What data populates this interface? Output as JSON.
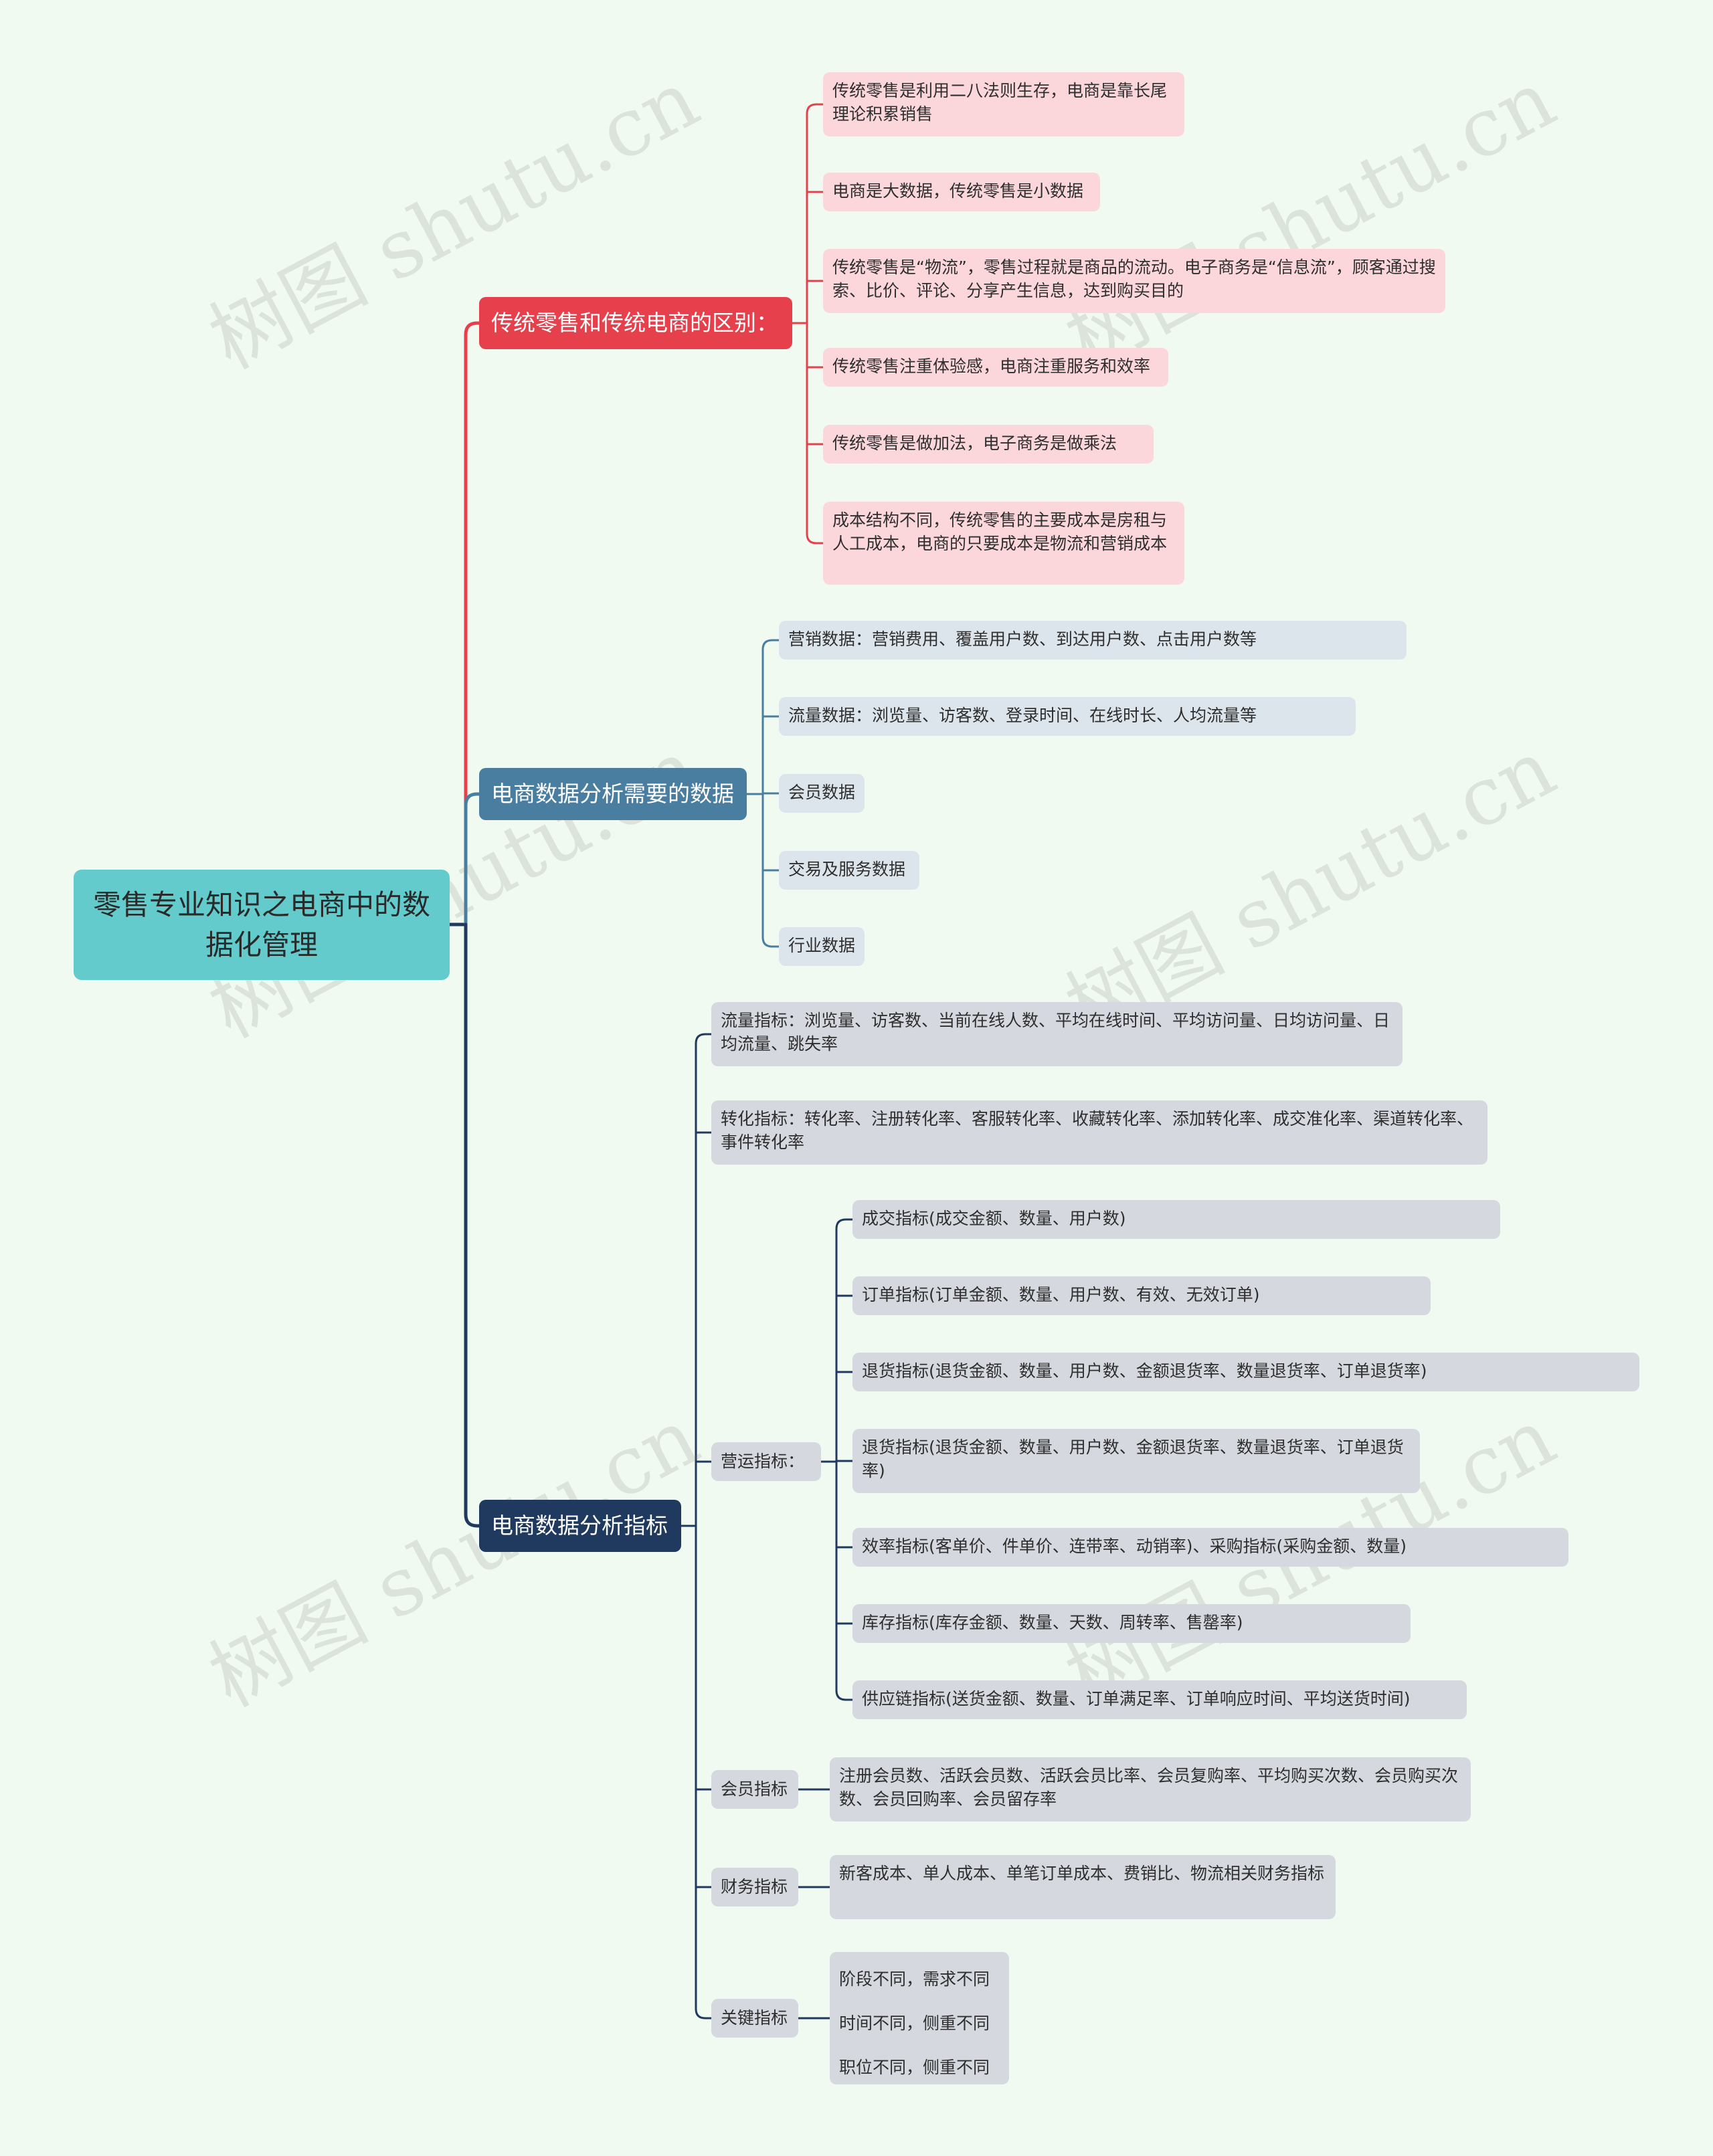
{
  "root": {
    "label": "零售专业知识之电商中的数据化管理"
  },
  "watermark": "树图 shutu.cn",
  "colors": {
    "background": "#f1faf0",
    "root": "#63cbcb",
    "branch_red": "#e6404c",
    "branch_blue": "#4a7ea1",
    "branch_navy": "#1f3a5e",
    "leaf_red": "#fbd7dc",
    "leaf_blue": "#dde5ec",
    "leaf_gray": "#d5d8de"
  },
  "branches": [
    {
      "label": "传统零售和传统电商的区别：",
      "children": [
        "传统零售是利用二八法则生存，电商是靠长尾理论积累销售",
        "电商是大数据，传统零售是小数据",
        "传统零售是“物流”，零售过程就是商品的流动。电子商务是“信息流”，顾客通过搜索、比价、评论、分享产生信息，达到购买目的",
        "传统零售注重体验感，电商注重服务和效率",
        "传统零售是做加法，电子商务是做乘法",
        "成本结构不同，传统零售的主要成本是房租与人工成本，电商的只要成本是物流和营销成本"
      ]
    },
    {
      "label": "电商数据分析需要的数据",
      "children": [
        "营销数据：营销费用、覆盖用户数、到达用户数、点击用户数等",
        "流量数据：浏览量、访客数、登录时间、在线时长、人均流量等",
        "会员数据",
        "交易及服务数据",
        "行业数据"
      ]
    },
    {
      "label": "电商数据分析指标",
      "children": [
        {
          "label": "流量指标：浏览量、访客数、当前在线人数、平均在线时间、平均访问量、日均访问量、日均流量、跳失率"
        },
        {
          "label": "转化指标：转化率、注册转化率、客服转化率、收藏转化率、添加转化率、成交准化率、渠道转化率、事件转化率"
        },
        {
          "label": "营运指标：",
          "children": [
            "成交指标(成交金额、数量、用户数)",
            "订单指标(订单金额、数量、用户数、有效、无效订单)",
            "退货指标(退货金额、数量、用户数、金额退货率、数量退货率、订单退货率)",
            "退货指标(退货金额、数量、用户数、金额退货率、数量退货率、订单退货率)",
            "效率指标(客单价、件单价、连带率、动销率)、采购指标(采购金额、数量)",
            "库存指标(库存金额、数量、天数、周转率、售罄率)",
            "供应链指标(送货金额、数量、订单满足率、订单响应时间、平均送货时间)"
          ]
        },
        {
          "label": "会员指标",
          "children": [
            "注册会员数、活跃会员数、活跃会员比率、会员复购率、平均购买次数、会员购买次数、会员回购率、会员留存率"
          ]
        },
        {
          "label": "财务指标",
          "children": [
            "新客成本、单人成本、单笔订单成本、费销比、物流相关财务指标"
          ]
        },
        {
          "label": "关键指标",
          "children": [
            "阶段不同，需求不同",
            "时间不同，侧重不同",
            "职位不同，侧重不同"
          ]
        }
      ]
    }
  ]
}
